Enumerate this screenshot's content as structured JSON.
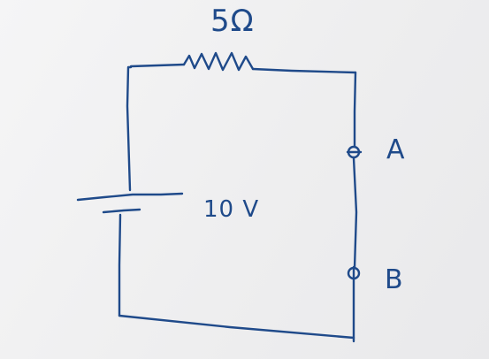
{
  "diagram": {
    "resistor_label": "5Ω",
    "source_label": "10 V",
    "terminal_a_label": "A",
    "terminal_b_label": "B",
    "ink_color": "#1f4a8a"
  }
}
